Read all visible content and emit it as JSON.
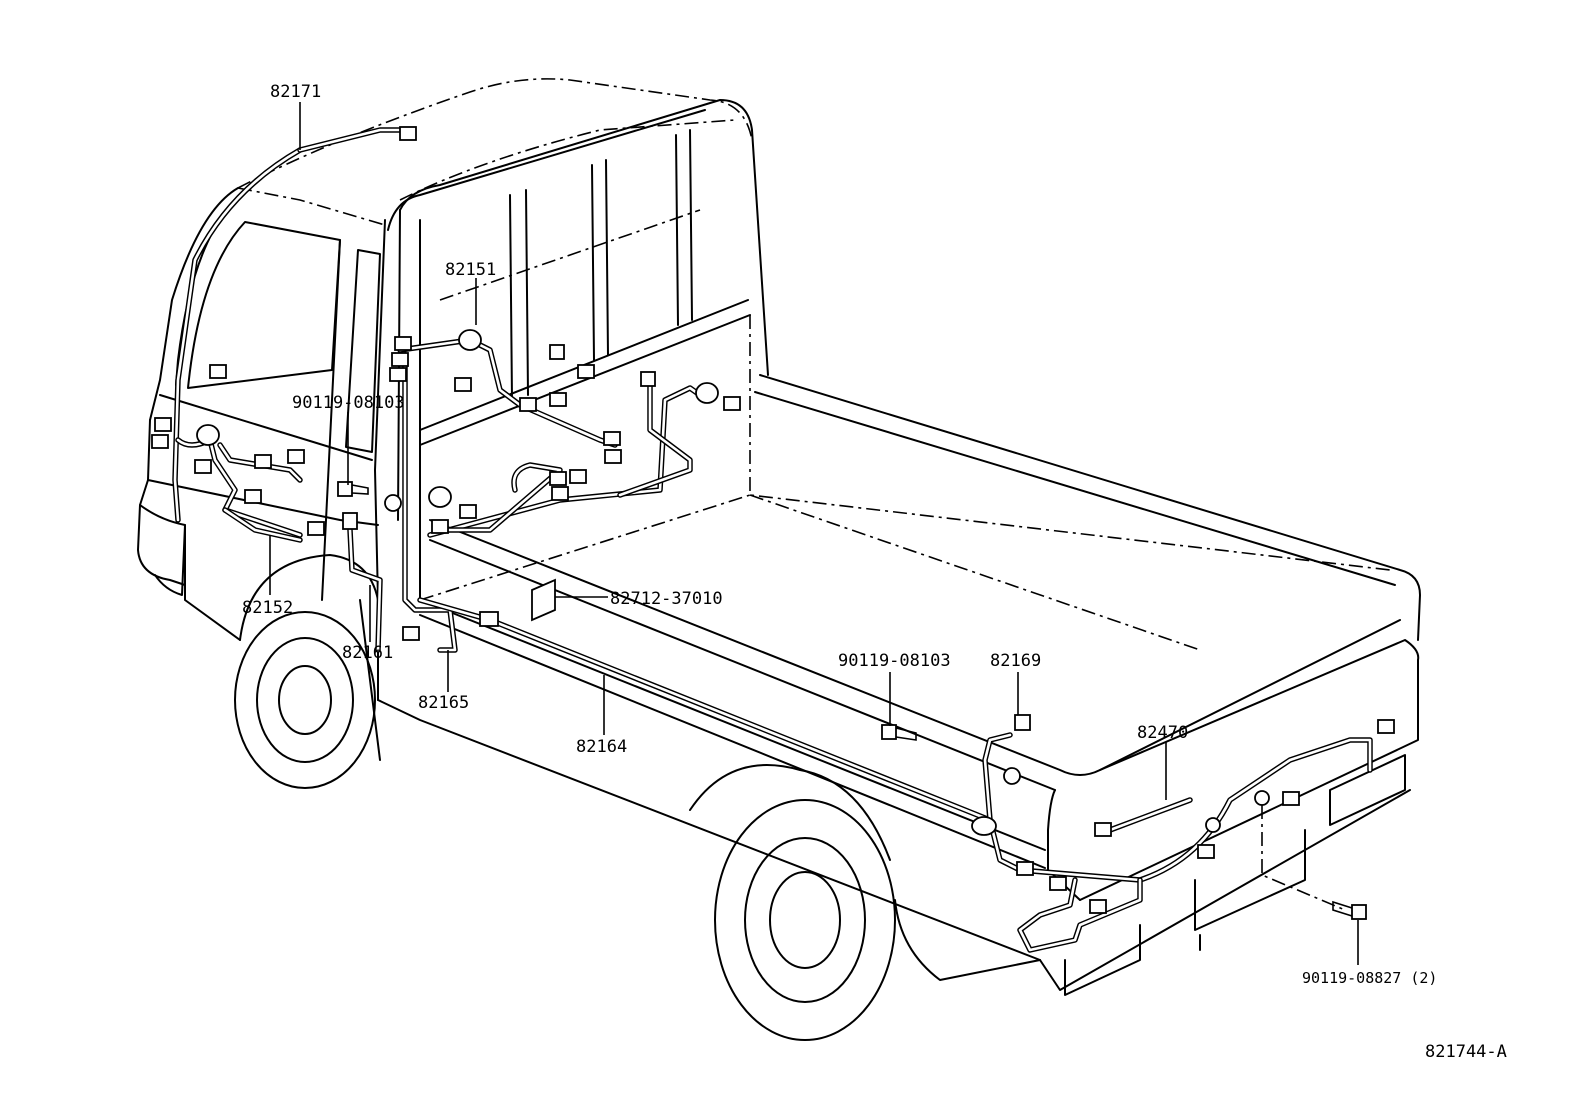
{
  "diagram": {
    "labels": {
      "roof_harness": "82171",
      "cab_harness": "82151",
      "bolt_upper": "90119-08103",
      "floor_harness": "82152",
      "cowl_wire": "82161",
      "relay": "82712-37010",
      "side_wire": "82165",
      "frame_harness": "82164",
      "bolt_lower": "90119-08103",
      "grommet_wire": "82169",
      "rear_harness": "82470",
      "rear_bolt": "90119-08827 (2)"
    },
    "figure_code": "821744-A"
  }
}
